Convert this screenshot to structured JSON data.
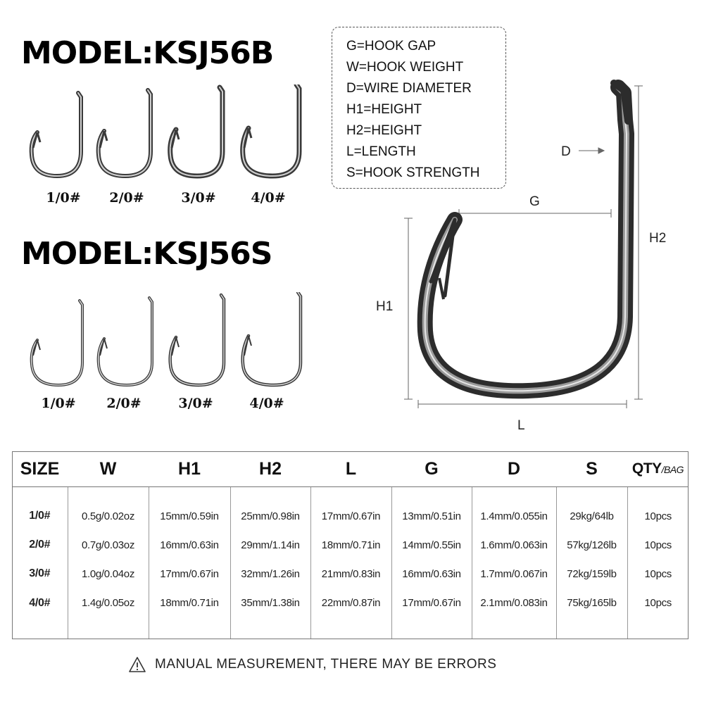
{
  "models": {
    "model_b": {
      "title": "MODEL:KSJ56B",
      "sizes": [
        "1/0#",
        "2/0#",
        "3/0#",
        "4/0#"
      ]
    },
    "model_s": {
      "title": "MODEL:KSJ56S",
      "sizes": [
        "1/0#",
        "2/0#",
        "3/0#",
        "4/0#"
      ]
    }
  },
  "legend": [
    "G=HOOK GAP",
    "W=HOOK WEIGHT",
    "D=WIRE DIAMETER",
    "H1=HEIGHT",
    "H2=HEIGHT",
    "L=LENGTH",
    "S=HOOK STRENGTH"
  ],
  "diagram": {
    "label_d": "D",
    "label_g": "G",
    "label_h1": "H1",
    "label_h2": "H2",
    "label_l": "L"
  },
  "table": {
    "headers": {
      "size": "SIZE",
      "w": "W",
      "h1": "H1",
      "h2": "H2",
      "l": "L",
      "g": "G",
      "d": "D",
      "s": "S",
      "qty": "QTY",
      "qty_unit": "/BAG"
    },
    "rows": [
      {
        "size": "1/0#",
        "w": "0.5g/0.02oz",
        "h1": "15mm/0.59in",
        "h2": "25mm/0.98in",
        "l": "17mm/0.67in",
        "g": "13mm/0.51in",
        "d": "1.4mm/0.055in",
        "s": "29kg/64lb",
        "qty": "10pcs"
      },
      {
        "size": "2/0#",
        "w": "0.7g/0.03oz",
        "h1": "16mm/0.63in",
        "h2": "29mm/1.14in",
        "l": "18mm/0.71in",
        "g": "14mm/0.55in",
        "d": "1.6mm/0.063in",
        "s": "57kg/126lb",
        "qty": "10pcs"
      },
      {
        "size": "3/0#",
        "w": "1.0g/0.04oz",
        "h1": "17mm/0.67in",
        "h2": "32mm/1.26in",
        "l": "21mm/0.83in",
        "g": "16mm/0.63in",
        "d": "1.7mm/0.067in",
        "s": "72kg/159lb",
        "qty": "10pcs"
      },
      {
        "size": "4/0#",
        "w": "1.4g/0.05oz",
        "h1": "18mm/0.71in",
        "h2": "35mm/1.38in",
        "l": "22mm/0.87in",
        "g": "17mm/0.67in",
        "d": "2.1mm/0.083in",
        "s": "75kg/165lb",
        "qty": "10pcs"
      }
    ]
  },
  "footer": {
    "icon": "warning-icon",
    "text": "MANUAL MEASUREMENT, THERE MAY BE ERRORS"
  },
  "colors": {
    "hook_metal": "#3a3a3a",
    "hook_highlight": "#bdbdbd",
    "border": "#777777"
  }
}
